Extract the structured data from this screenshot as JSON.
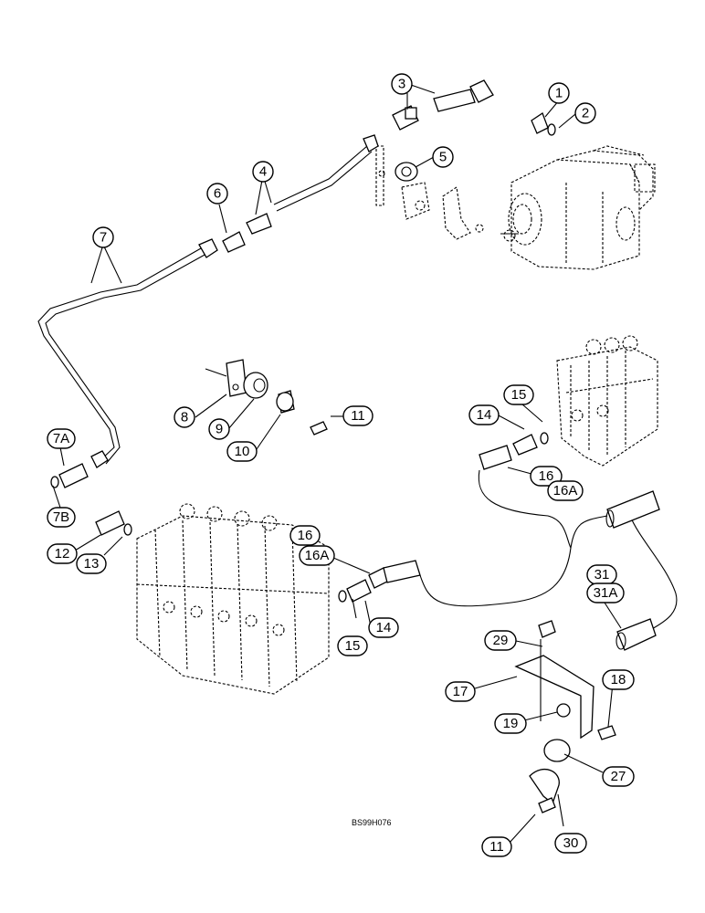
{
  "drawing_code": "BS99H076",
  "callouts": [
    "1",
    "2",
    "3",
    "4",
    "5",
    "6",
    "7",
    "7A",
    "7B",
    "8",
    "9",
    "10",
    "11",
    "12",
    "13",
    "14",
    "15",
    "16",
    "16A",
    "17",
    "18",
    "19",
    "27",
    "29",
    "30",
    "31",
    "31A"
  ]
}
